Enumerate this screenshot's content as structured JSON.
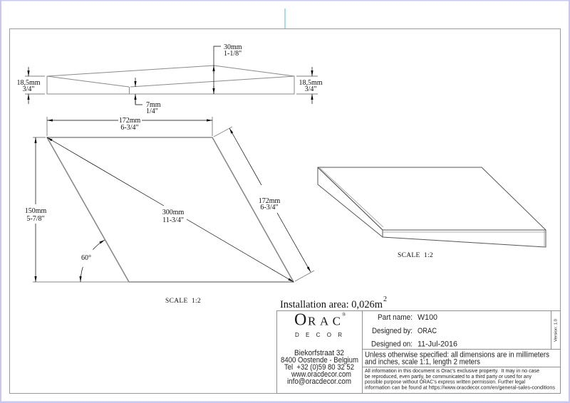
{
  "colors": {
    "page_border": "#c8c8f0",
    "cursor_line": "#a6dde9",
    "frame_line": "#9a9a9a",
    "object_line": "#8a8a8a",
    "dimension_line": "#000000"
  },
  "profile_view": {
    "left_height": {
      "mm": "18,5mm",
      "inch": "3/4\""
    },
    "right_height": {
      "mm": "18,5mm",
      "inch": "3/4\""
    },
    "peak_height": {
      "mm": "30mm",
      "inch": "1-1/8\""
    },
    "groove_depth": {
      "mm": "7mm",
      "inch": "1/4\""
    }
  },
  "plan_view": {
    "top_width": {
      "mm": "172mm",
      "inch": "6-3/4\""
    },
    "side_length": {
      "mm": "172mm",
      "inch": "6-3/4\""
    },
    "height": {
      "mm": "150mm",
      "inch": "5-7/8\""
    },
    "diagonal": {
      "mm": "300mm",
      "inch": "11-3/4\""
    },
    "angle": "60°",
    "scale": "SCALE  1:2"
  },
  "isometric_view": {
    "scale": "SCALE  1:2"
  },
  "installation_area": {
    "label": "Installation area: 0,026m",
    "exponent": "2"
  },
  "title_block": {
    "logo": {
      "initial": "O",
      "rest": "RAC",
      "registered": "®",
      "sub": "DECOR"
    },
    "address": [
      "Biekorfstraat 32",
      "8400 Oostende - Belgium",
      "Tel  +32 (0)59 80 32 52",
      "www.oracdecor.com",
      "info@oracdecor.com"
    ],
    "fields": [
      {
        "label": "Part name:",
        "value": "W100"
      },
      {
        "label": "Designed by:",
        "value": "ORAC"
      },
      {
        "label": "Designed on:",
        "value": "11-Jul-2016"
      }
    ],
    "version": "Version: 1.0",
    "note": [
      "Unless otherwise specified: all dimensions are in millimeters",
      "and inches, scale 1:1, length 2 meters"
    ],
    "legal": [
      "All information in this document is Orac's exclusive property.  It may in no case",
      "be reproduced, even partly, be communicated to a third party or used for any",
      "possible purpose without ORAC's express written permission. Further legal",
      "information can be found at https://www.oracdecor.com/en/general-sales-conditions"
    ]
  }
}
